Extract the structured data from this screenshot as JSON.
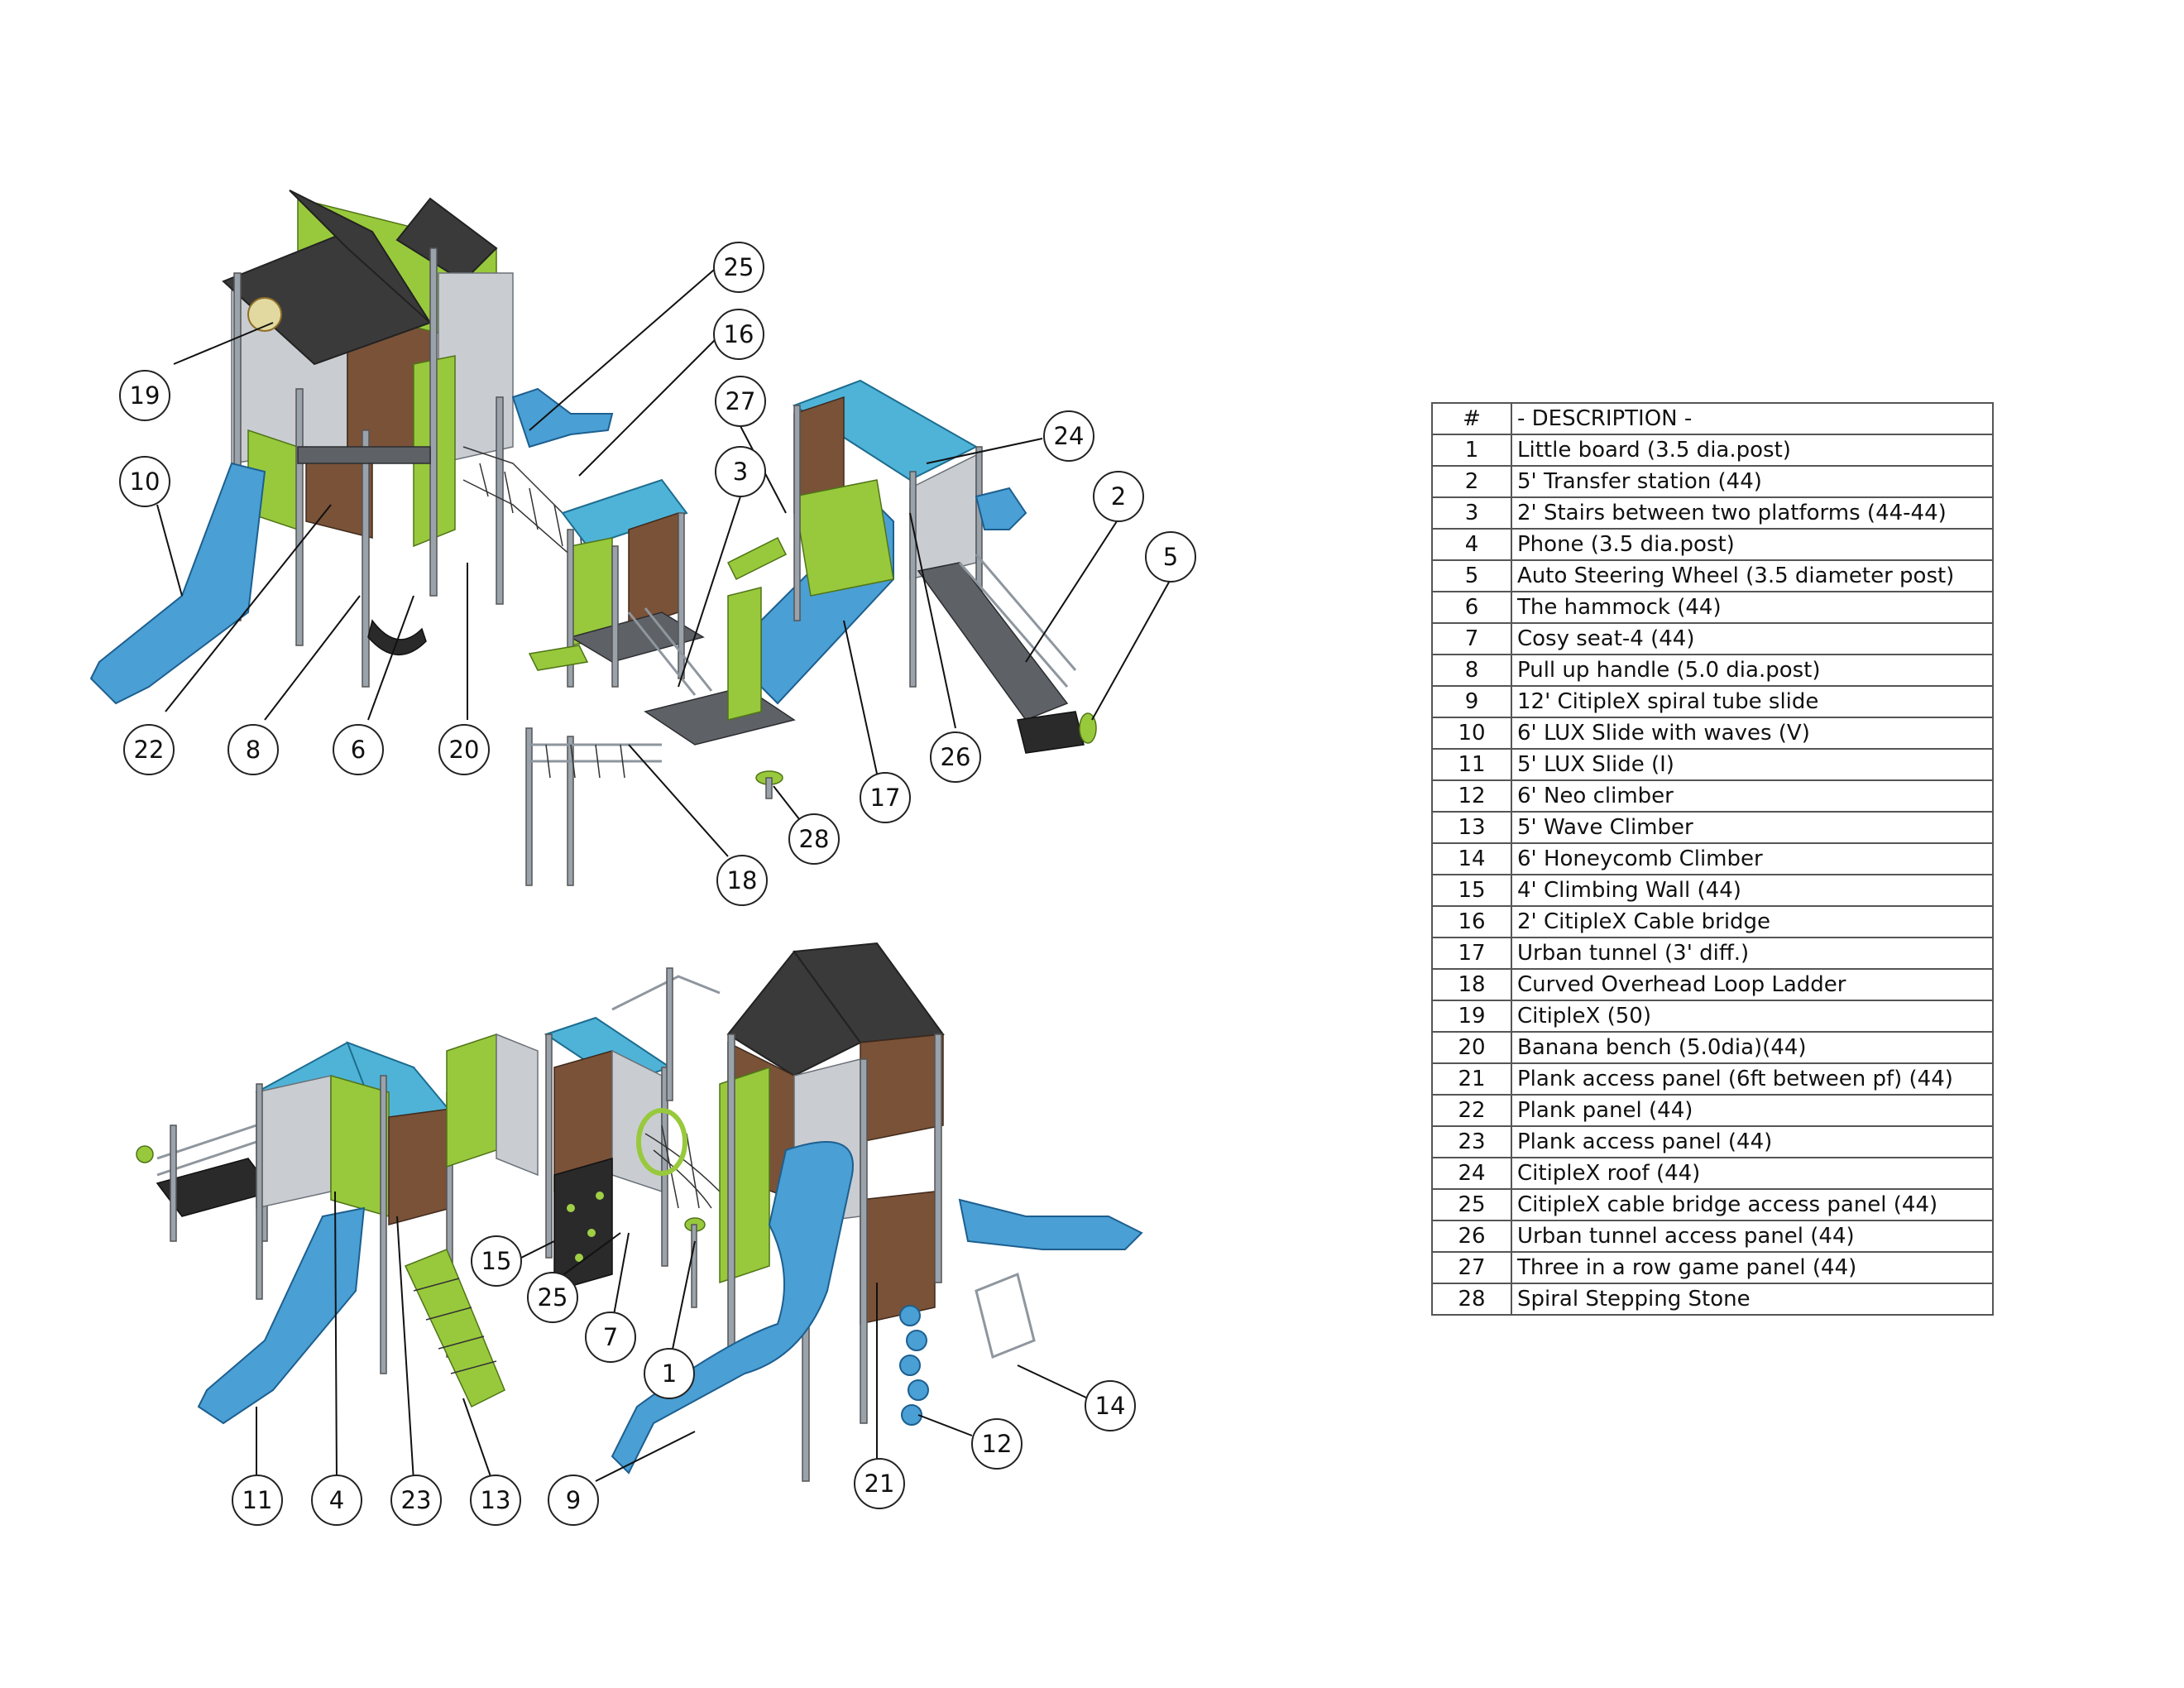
{
  "table": {
    "header_num": "#",
    "header_desc": "- DESCRIPTION -",
    "rows": [
      {
        "num": "1",
        "desc": "Little board (3.5 dia.post)"
      },
      {
        "num": "2",
        "desc": "5' Transfer station (44)"
      },
      {
        "num": "3",
        "desc": "2' Stairs between two platforms (44-44)"
      },
      {
        "num": "4",
        "desc": "Phone (3.5 dia.post)"
      },
      {
        "num": "5",
        "desc": "Auto Steering Wheel (3.5 diameter post)"
      },
      {
        "num": "6",
        "desc": "The hammock (44)"
      },
      {
        "num": "7",
        "desc": "Cosy seat-4 (44)"
      },
      {
        "num": "8",
        "desc": "Pull up handle (5.0 dia.post)"
      },
      {
        "num": "9",
        "desc": "12' CitipleX spiral tube slide"
      },
      {
        "num": "10",
        "desc": "6' LUX Slide with waves (V)"
      },
      {
        "num": "11",
        "desc": "5' LUX Slide (I)"
      },
      {
        "num": "12",
        "desc": "6' Neo climber"
      },
      {
        "num": "13",
        "desc": "5' Wave Climber"
      },
      {
        "num": "14",
        "desc": "6' Honeycomb Climber"
      },
      {
        "num": "15",
        "desc": "4' Climbing Wall (44)"
      },
      {
        "num": "16",
        "desc": "2' CitipleX Cable bridge"
      },
      {
        "num": "17",
        "desc": "Urban tunnel (3' diff.)"
      },
      {
        "num": "18",
        "desc": "Curved Overhead Loop Ladder"
      },
      {
        "num": "19",
        "desc": "CitipleX (50)"
      },
      {
        "num": "20",
        "desc": "Banana bench (5.0dia)(44)"
      },
      {
        "num": "21",
        "desc": "Plank access panel (6ft between pf) (44)"
      },
      {
        "num": "22",
        "desc": "Plank panel (44)"
      },
      {
        "num": "23",
        "desc": "Plank access panel (44)"
      },
      {
        "num": "24",
        "desc": "CitipleX roof (44)"
      },
      {
        "num": "25",
        "desc": "CitipleX cable bridge access panel (44)"
      },
      {
        "num": "26",
        "desc": "Urban tunnel access panel (44)"
      },
      {
        "num": "27",
        "desc": "Three in a row game panel (44)"
      },
      {
        "num": "28",
        "desc": "Spiral Stepping Stone"
      }
    ]
  },
  "callouts_top": {
    "c25": "25",
    "c16": "16",
    "c27": "27",
    "c3": "3",
    "c24": "24",
    "c2": "2",
    "c5": "5",
    "c19": "19",
    "c10": "10",
    "c22": "22",
    "c8": "8",
    "c6": "6",
    "c20": "20",
    "c26": "26",
    "c17": "17",
    "c28": "28",
    "c18": "18"
  },
  "callouts_bottom": {
    "c15": "15",
    "c25": "25",
    "c7": "7",
    "c1": "1",
    "c14": "14",
    "c12": "12",
    "c21": "21",
    "c11": "11",
    "c4": "4",
    "c23": "23",
    "c13": "13",
    "c9": "9"
  },
  "colors": {
    "roof_dark": "#3a3a3a",
    "roof_blue": "#4fb3d8",
    "slide_blue": "#4a9fd4",
    "panel_green": "#98c93c",
    "wood_brown": "#7a5238"
  }
}
